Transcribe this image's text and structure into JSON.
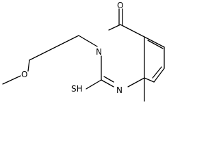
{
  "molecule": {
    "atoms": {
      "O_carbonyl": "O",
      "N3": "N",
      "N1": "N",
      "SH": "SH",
      "O_ether": "O"
    }
  },
  "style": {
    "bond_color": "#000000",
    "background": "#ffffff"
  }
}
